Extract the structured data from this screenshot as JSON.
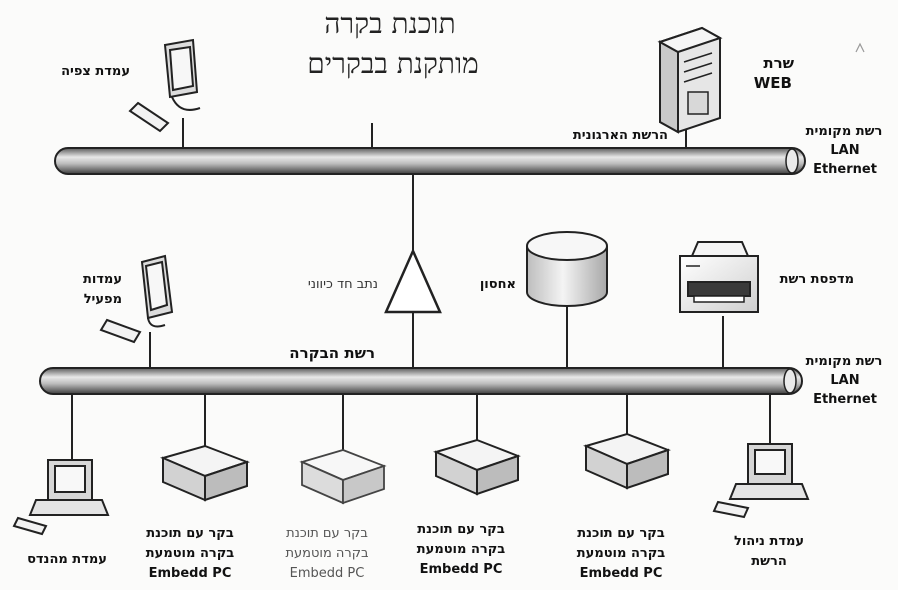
{
  "title": {
    "line1": "תוכנת בקרה",
    "line2": "מותקנת בבקרים"
  },
  "org_network": {
    "label": "הרשת הארגונית",
    "lan_line1": "רשת מקומית",
    "lan_line2": "LAN",
    "lan_line3": "Ethernet"
  },
  "control_network": {
    "label": "רשת הבקרה",
    "lan_line1": "רשת מקומית",
    "lan_line2": "LAN",
    "lan_line3": "Ethernet"
  },
  "devices": {
    "viewing_station": "עמדת צפיה",
    "web_server_line1": "שרת",
    "web_server_line2": "WEB",
    "operator_station_line1": "עמדות",
    "operator_station_line2": "מפעיל",
    "one_way_path": "נתב חד כיווני",
    "storage": "אחסון",
    "network_printer": "מדפסת רשת",
    "engineer_station": "עמדת מהנדס",
    "network_mgmt_line1": "עמדת ניהול",
    "network_mgmt_line2": "הרשת"
  },
  "controllers": [
    {
      "line1": "בקר עם תוכנת",
      "line2": "בקרה מוטמעת",
      "line3": "Embedd PC"
    },
    {
      "line1": "בקר עם תוכנת",
      "line2": "בקרה מוטמעת",
      "line3": "Embedd PC"
    },
    {
      "line1": "בקר עם תוכנת",
      "line2": "בקרה מוטמעת",
      "line3": "Embedd PC"
    },
    {
      "line1": "בקר עם תוכנת",
      "line2": "בקרה מוטמעת",
      "line3": "Embedd PC"
    }
  ]
}
